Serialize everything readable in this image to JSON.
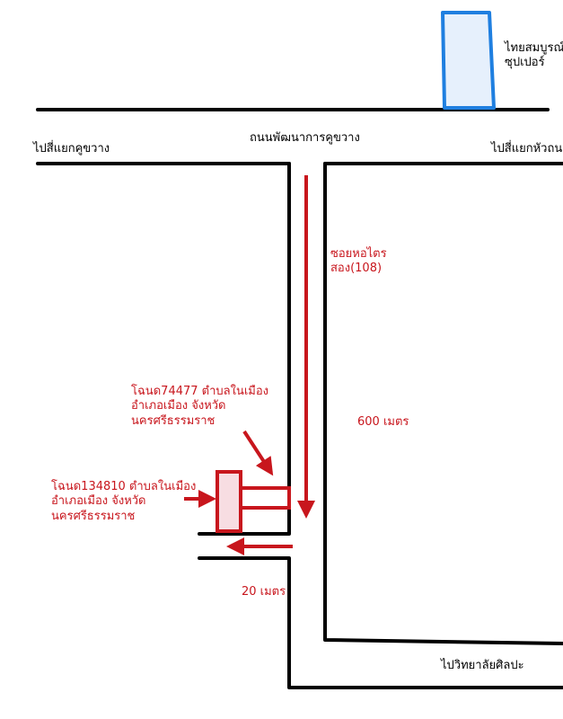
{
  "labels": {
    "store_name": "ไทยสมบูรณ์ ซุปเปอร์",
    "main_road": "ถนนพัฒนาการคูขวาง",
    "left_direction": "ไปสี่แยกคูขวาง",
    "right_direction": "ไปสี่แยกหัวถนน",
    "soi": "ซอยหอไตร สอง(108)",
    "distance_600": "600 เมตร",
    "deed_1": "โฉนด74477 ตำบลในเมือง อำเภอเมือง จังหวัดนครศรีธรรมราช",
    "deed_2": "โฉนด134810 ตำบลในเมือง อำเภอเมือง จังหวัดนครศรีธรรมราช",
    "distance_20": "20 เมตร",
    "college": "ไปวิทยาลัยศิลปะ"
  },
  "colors": {
    "road": "#000000",
    "route": "#c8161d",
    "plot_fill": "#f7dde2",
    "store_border": "#1f7fe0",
    "store_fill": "#e6f0fc"
  },
  "icons": {
    "store": "building-outline",
    "plot": "land-plot",
    "arrows": "direction-arrow"
  }
}
